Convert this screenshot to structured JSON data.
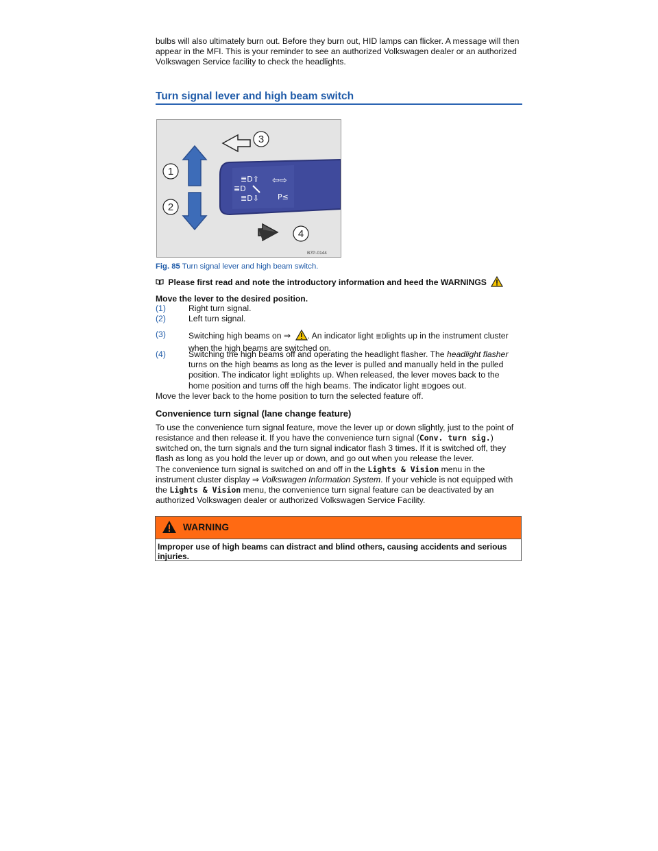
{
  "intro": "bulbs will also ultimately burn out. Before they burn out, HID lamps can flicker. A message will then appear in the MFI. This is your reminder to see an authorized Volkswagen dealer or an authorized Volkswagen Service facility to check the headlights.",
  "section_title": "Turn signal lever and high beam switch",
  "figure": {
    "callouts": [
      "1",
      "2",
      "3",
      "4"
    ],
    "code": "B7P-0144",
    "lever_symbols": [
      "≣D⇧",
      "⇦⇨",
      "≣D",
      "≣D⇩",
      "P≤"
    ]
  },
  "caption": {
    "label": "Fig. 85",
    "text": "Turn signal lever and high beam switch."
  },
  "read_note": "Please first read and note the introductory information and heed the WARNINGS",
  "lead": "Move the lever to the desired position.",
  "items": [
    {
      "num": "(1)",
      "parts": [
        "Right turn signal."
      ]
    },
    {
      "num": "(2)",
      "parts": [
        "Left turn signal."
      ]
    },
    {
      "num": "(3)",
      "parts": [
        "Switching high beams on ⇒",
        ". An indicator light",
        "lights up in the instrument cluster when the high beams are switched on."
      ]
    },
    {
      "num": "(4)",
      "parts": [
        "Switching the high beams off and operating the headlight flasher. The",
        "headlight flasher",
        "turns on the high beams as long as the lever is pulled and manually held in the pulled position. The indicator light",
        "lights up. When released, the lever moves back to the home position and turns off the high beams. The indicator light",
        "goes out."
      ]
    }
  ],
  "after_items": "Move the lever back to the home position to turn the selected feature off.",
  "convenience": {
    "title": "Convenience turn signal (lane change feature)",
    "para1_a": "To use the convenience turn signal feature, move the lever up or down slightly, just to the point of resistance and then release it. If you have the convenience turn signal (",
    "para1_menu": "Conv. turn sig.",
    "para1_b": ") switched on, the turn signals and the turn signal indicator flash 3 times. If it is switched off, they flash as long as you hold the lever up or down, and go out when you release the lever.",
    "para2_a": "The convenience turn signal is switched on and off in the",
    "para2_menu1": "Lights & Vision",
    "para2_b": "menu in the instrument cluster display ⇒",
    "para2_link": "Volkswagen Information System",
    "para2_c": ". If your vehicle is not equipped with the",
    "para2_menu2": "Lights & Vision",
    "para2_d": "menu, the convenience turn signal feature can be deactivated by an authorized Volkswagen dealer or authorized Volkswagen Service Facility."
  },
  "warning": {
    "label": "WARNING",
    "text": "Improper use of high beams can distract and blind others, causing accidents and serious injuries."
  },
  "colors": {
    "accent_blue": "#1e5aa8",
    "warning_orange": "#ff6a13",
    "warning_yellow": "#f5c400",
    "lever_blue": "#3f4a9c"
  }
}
